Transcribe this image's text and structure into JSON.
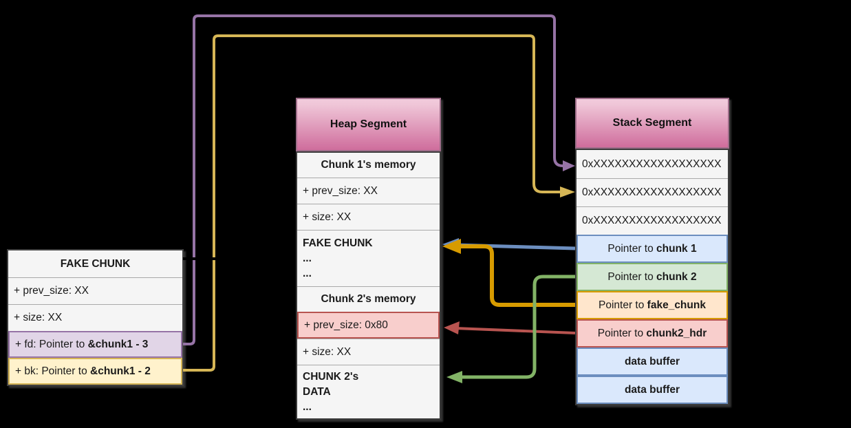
{
  "fake_chunk_table": {
    "header": "FAKE CHUNK",
    "rows": [
      {
        "prefix": "+ prev_size: XX",
        "bold": ""
      },
      {
        "prefix": "+ size: XX",
        "bold": ""
      },
      {
        "prefix": "+ fd: Pointer to ",
        "bold": "&chunk1 - 3"
      },
      {
        "prefix": "+ bk: Pointer to ",
        "bold": "&chunk1 - 2"
      }
    ]
  },
  "heap_table": {
    "header": "Heap Segment",
    "rows": [
      {
        "text": "Chunk 1's memory"
      },
      {
        "text": "+ prev_size: XX"
      },
      {
        "text": "+ size: XX"
      },
      {
        "line1": "FAKE CHUNK",
        "line2": "...",
        "line3": "..."
      },
      {
        "text": "Chunk 2's memory"
      },
      {
        "text": "+ prev_size: 0x80"
      },
      {
        "text": "+ size: XX"
      },
      {
        "line1": "CHUNK 2's",
        "line2": "DATA",
        "line3": "..."
      }
    ]
  },
  "stack_table": {
    "header": "Stack Segment",
    "rows": [
      {
        "text": "0xXXXXXXXXXXXXXXXXXX"
      },
      {
        "text": "0xXXXXXXXXXXXXXXXXXX"
      },
      {
        "text": "0xXXXXXXXXXXXXXXXXXX"
      },
      {
        "prefix": "Pointer to ",
        "bold": "chunk 1"
      },
      {
        "prefix": "Pointer to ",
        "bold": "chunk 2"
      },
      {
        "prefix": "Pointer to ",
        "bold": "fake_chunk"
      },
      {
        "prefix": "Pointer to ",
        "bold": "chunk2_hdr"
      },
      {
        "prefix": "",
        "bold": "data buffer"
      },
      {
        "prefix": "",
        "bold": "data buffer"
      }
    ]
  },
  "connectors": {
    "fd_arrow": {
      "name": "fd pointer to stack slot 1",
      "color": "#9673A6"
    },
    "bk_arrow": {
      "name": "bk pointer to stack slot 2",
      "color": "#D6B656"
    },
    "chunk1_arrow": {
      "name": "stack pointer to chunk 1",
      "color": "#6C8EBF"
    },
    "chunk2_arrow": {
      "name": "stack pointer to chunk 2 data",
      "color": "#82B366"
    },
    "fake_chunk_arrow": {
      "name": "stack pointer to fake_chunk",
      "color": "#D79B00"
    },
    "chunk2_hdr_arrow": {
      "name": "stack pointer to chunk2_hdr",
      "color": "#B85450"
    },
    "fake_chunk_link": {
      "name": "fake chunk location link",
      "color": "#000000"
    }
  },
  "colors": {
    "background": "#000000",
    "gray_row_fill": "#F5F5F5",
    "segment_header_top": "#F2CBDC",
    "segment_header_bottom": "#CF6D9C",
    "segment_header_border": "#9E6D89",
    "purple_fill": "#E1D5E7",
    "purple_stroke": "#9673A6",
    "yellow_fill": "#FFF2CC",
    "yellow_stroke": "#D6B656",
    "orange_fill": "#FFE6CC",
    "orange_stroke": "#D79B00",
    "blue_fill": "#DAE8FC",
    "blue_stroke": "#6C8EBF",
    "green_fill": "#D5E8D4",
    "green_stroke": "#82B366",
    "red_fill": "#F8CECC",
    "red_stroke": "#B85450"
  }
}
